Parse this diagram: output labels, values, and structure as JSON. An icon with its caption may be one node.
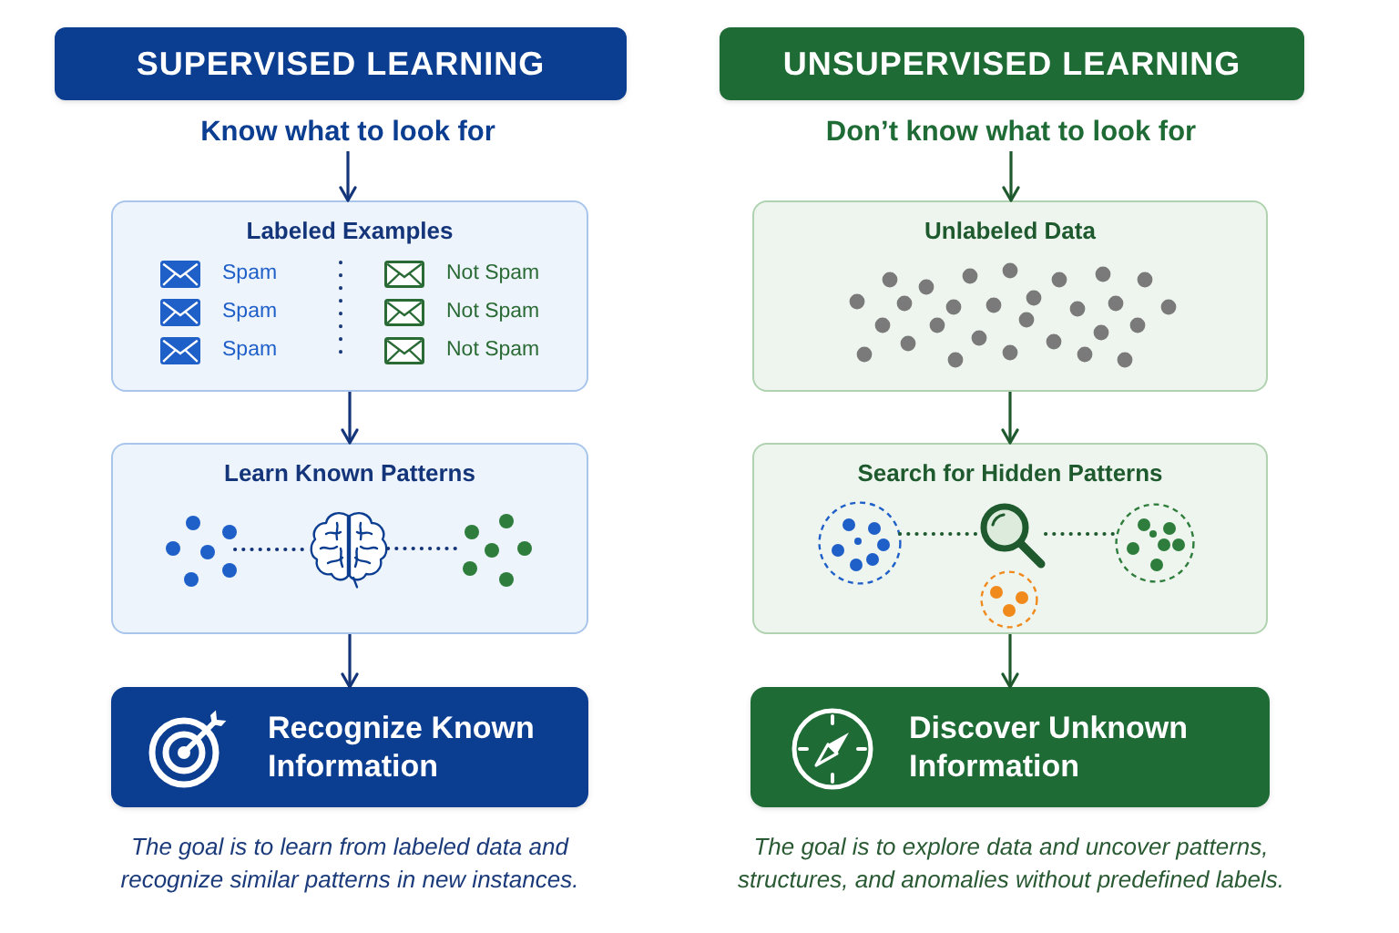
{
  "diagram": {
    "nodes": [
      {
        "text": [
          "SUPERVISED LEARNING"
        ]
      },
      {
        "text": [
          "Know what to look for"
        ]
      },
      {
        "text": [
          "Labeled Examples",
          "Spam",
          "Not Spam",
          "Spam",
          "Not Spam",
          "Spam",
          "Not Spam"
        ]
      },
      {
        "text": [
          "Learn Known Patterns"
        ]
      },
      {
        "text": [],
        "shape": "picture",
        "in": 3
      },
      {
        "text": [],
        "shape": "picture",
        "in": 3
      },
      {
        "text": [],
        "shape": "picture",
        "in": 3
      },
      {
        "text": [
          "Recognize Known Information"
        ]
      },
      {
        "text": [
          "UNSUPERVISED LEARNING"
        ]
      },
      {
        "text": [
          "Don’t know what to look for"
        ]
      },
      {
        "text": [
          "Unlabeled Data"
        ]
      },
      {
        "text": [
          "Search for Hidden Patterns"
        ]
      },
      {
        "text": [],
        "shape": "circle",
        "in": 11
      },
      {
        "text": [],
        "shape": "picture",
        "in": 11
      },
      {
        "text": [],
        "shape": "circle",
        "in": 11
      },
      {
        "text": [],
        "shape": "circle",
        "in": 11
      },
      {
        "text": [
          "Discover Unknown Information"
        ]
      }
    ],
    "edges": [
      {
        "from": 1,
        "to": 2,
        "arrow": "to",
        "color": "#14357a"
      },
      {
        "from": 2,
        "to": 3,
        "arrow": "to",
        "color": "#14357a"
      },
      {
        "from": 3,
        "to": 7,
        "arrow": "to",
        "color": "#14357a"
      },
      {
        "from": 4,
        "to": 5,
        "arrow": "none",
        "style": "dashed",
        "color": "#14357a"
      },
      {
        "from": 5,
        "to": 6,
        "arrow": "none",
        "style": "dashed",
        "color": "#14357a"
      },
      {
        "from": 9,
        "to": 10,
        "arrow": "to",
        "color": "#1f5a2e"
      },
      {
        "from": 10,
        "to": 11,
        "arrow": "to",
        "color": "#1f5a2e"
      },
      {
        "from": 11,
        "to": 16,
        "arrow": "to",
        "color": "#1f5a2e"
      },
      {
        "from": 12,
        "to": 13,
        "arrow": "none",
        "style": "dashed",
        "color": "#1f5a2e"
      },
      {
        "from": 13,
        "to": 14,
        "arrow": "none",
        "style": "dashed",
        "color": "#1f5a2e"
      }
    ],
    "labels": [
      "The goal is to learn from labeled data and recognize similar patterns in new instances.",
      "The goal is to explore data and uncover patterns, structures, and anomalies without predefined labels."
    ]
  }
}
